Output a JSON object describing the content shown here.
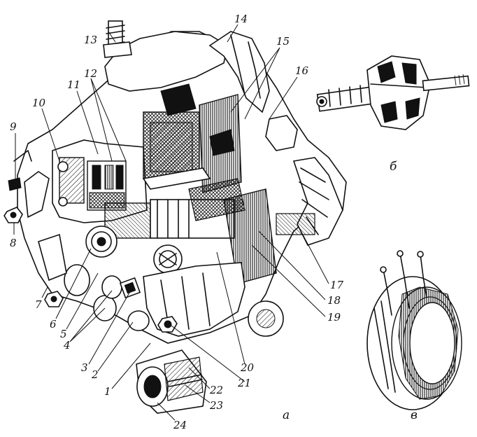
{
  "callouts": [
    "1",
    "2",
    "3",
    "4",
    "5",
    "6",
    "7",
    "8",
    "9",
    "10",
    "11",
    "12",
    "13",
    "14",
    "15",
    "16",
    "17",
    "18",
    "19",
    "20",
    "21",
    "22",
    "23",
    "24"
  ],
  "captions": {
    "a": "а",
    "b": "б",
    "v": "в"
  },
  "colors": {
    "ink": "#111111",
    "paper": "#ffffff",
    "hatch": "#c9c9c9"
  }
}
